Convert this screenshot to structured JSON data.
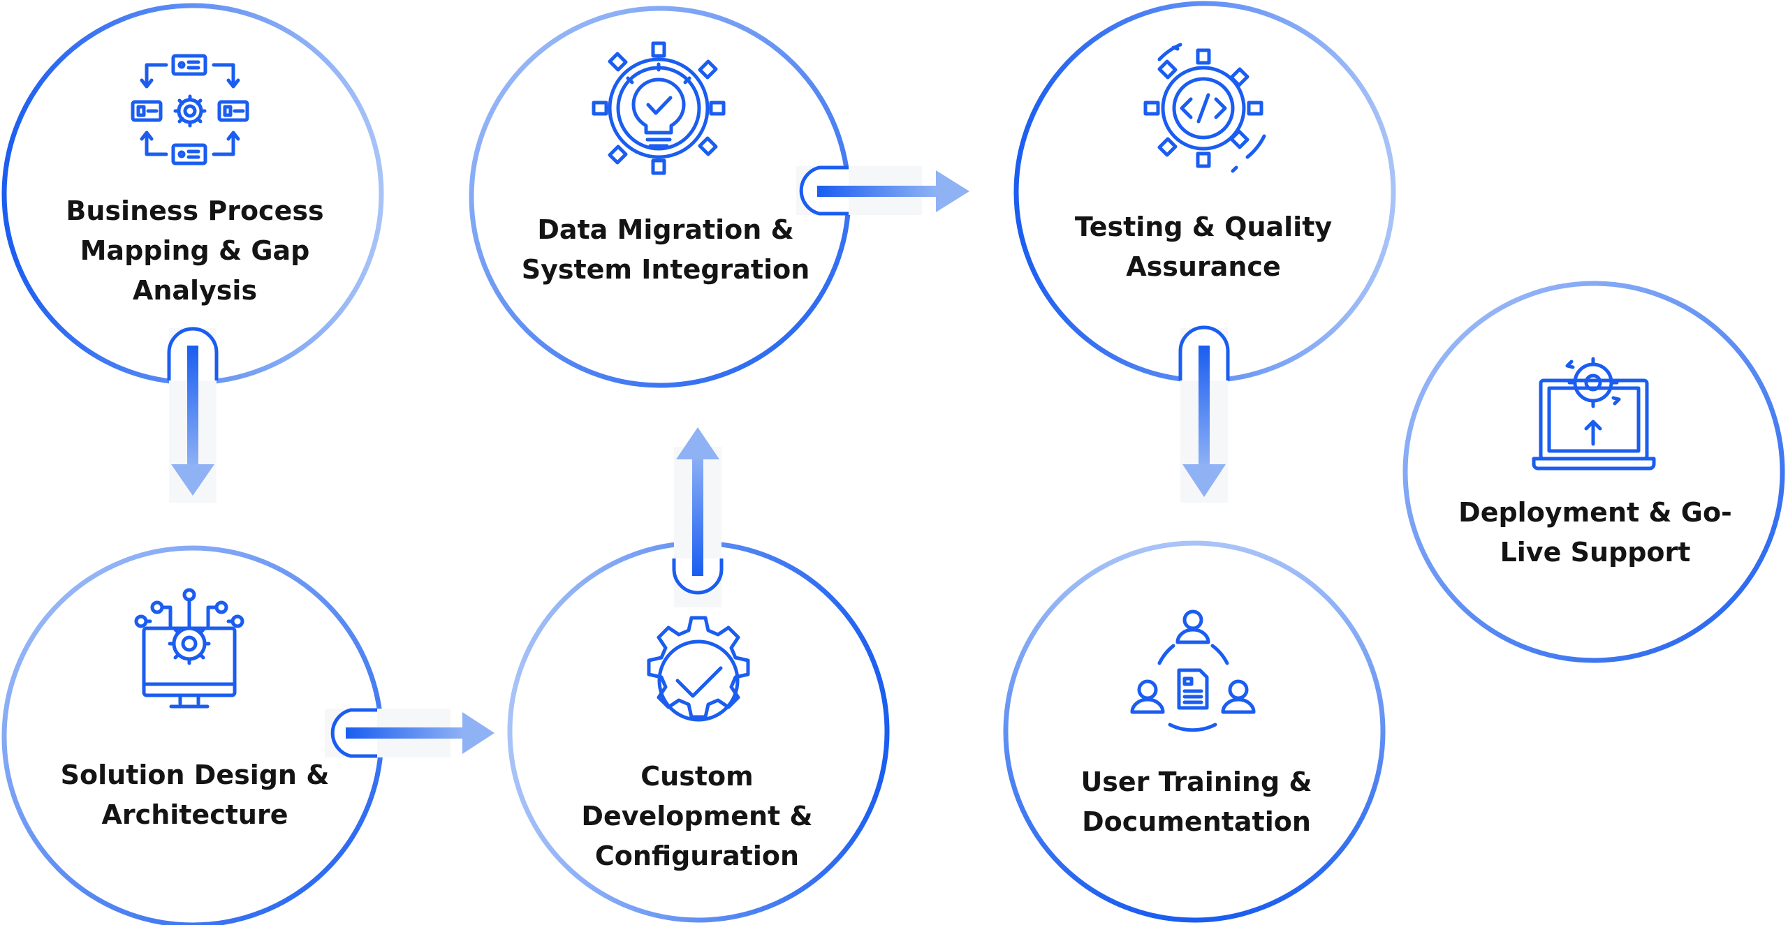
{
  "diagram": {
    "colors": {
      "primary": "#1a5df0",
      "light": "#a8c3f7",
      "text": "#141414",
      "arrow_light": "#8fb2f5"
    },
    "steps": [
      {
        "id": "business-process",
        "label_lines": [
          "Business Process",
          "Mapping & Gap",
          "Analysis"
        ],
        "icon": "process-flow-icon"
      },
      {
        "id": "data-migration",
        "label_lines": [
          "Data Migration &",
          "System Integration"
        ],
        "icon": "gear-lightbulb-icon"
      },
      {
        "id": "testing-qa",
        "label_lines": [
          "Testing & Quality",
          "Assurance"
        ],
        "icon": "gear-code-icon"
      },
      {
        "id": "solution-design",
        "label_lines": [
          "Solution Design &",
          "Architecture"
        ],
        "icon": "monitor-gear-icon"
      },
      {
        "id": "custom-development",
        "label_lines": [
          "Custom",
          "Development &",
          "Configuration"
        ],
        "icon": "gear-check-icon"
      },
      {
        "id": "user-training",
        "label_lines": [
          "User Training &",
          "Documentation"
        ],
        "icon": "team-document-icon"
      },
      {
        "id": "deployment",
        "label_lines": [
          "Deployment & Go-",
          "Live Support"
        ],
        "icon": "laptop-gear-upload-icon"
      }
    ]
  }
}
